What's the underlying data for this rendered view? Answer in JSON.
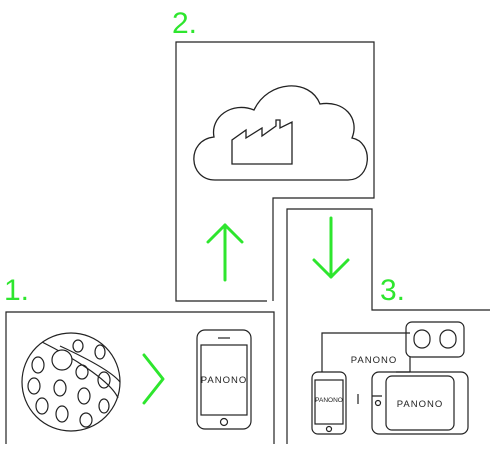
{
  "steps": [
    {
      "number": "1."
    },
    {
      "number": "2."
    },
    {
      "number": "3."
    }
  ],
  "devices": {
    "phone_brand": "PANONO",
    "vr_headset_brand": "PANONO",
    "small_phone_brand": "PANONO",
    "tablet_brand": "PANONO"
  },
  "colors": {
    "accent": "#2ee62e",
    "line": "#222222"
  },
  "icons": [
    "camera-ball-icon",
    "cloud-factory-icon",
    "arrow-up-icon",
    "arrow-down-icon",
    "chevron-right-icon",
    "smartphone-icon",
    "vr-headset-icon",
    "tablet-icon"
  ]
}
